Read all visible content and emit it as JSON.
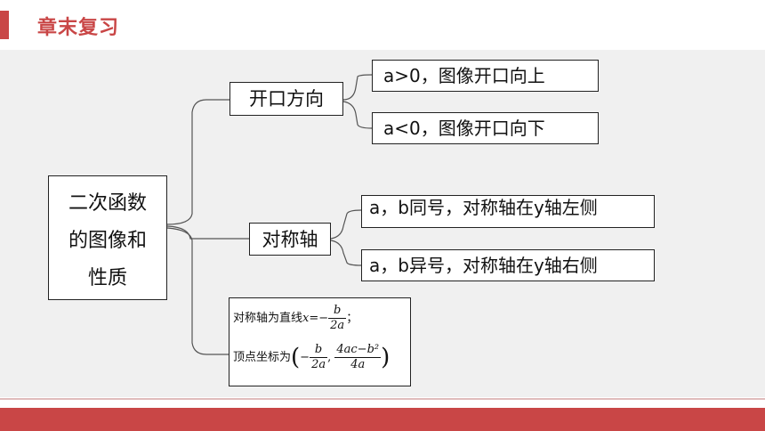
{
  "header": {
    "title": "章末复习"
  },
  "diagram": {
    "root": {
      "line1": "二次函数",
      "line2": "的图像和",
      "line3": "性质"
    },
    "branch_opening": {
      "label": "开口方向",
      "leaves": [
        "a>0，图像开口向上",
        "a<0，图像开口向下"
      ]
    },
    "branch_axis": {
      "label": "对称轴",
      "leaves": [
        "a，b同号，对称轴在y轴左侧",
        "a，b异号，对称轴在y轴右侧"
      ]
    },
    "formula": {
      "axis_prefix": "对称轴为直线",
      "axis_var": "x",
      "axis_eq": "=−",
      "axis_num": "b",
      "axis_den": "2a",
      "axis_end": "；",
      "vertex_prefix": "顶点坐标为",
      "open_paren": "(",
      "neg": "−",
      "v1_num": "b",
      "v1_den": "2a",
      "comma": ", ",
      "v2_num": "4ac−b²",
      "v2_den": "4a",
      "close_paren": ")"
    }
  },
  "colors": {
    "accent": "#c94646",
    "panel": "#f0f0f0",
    "line": "#555555"
  }
}
